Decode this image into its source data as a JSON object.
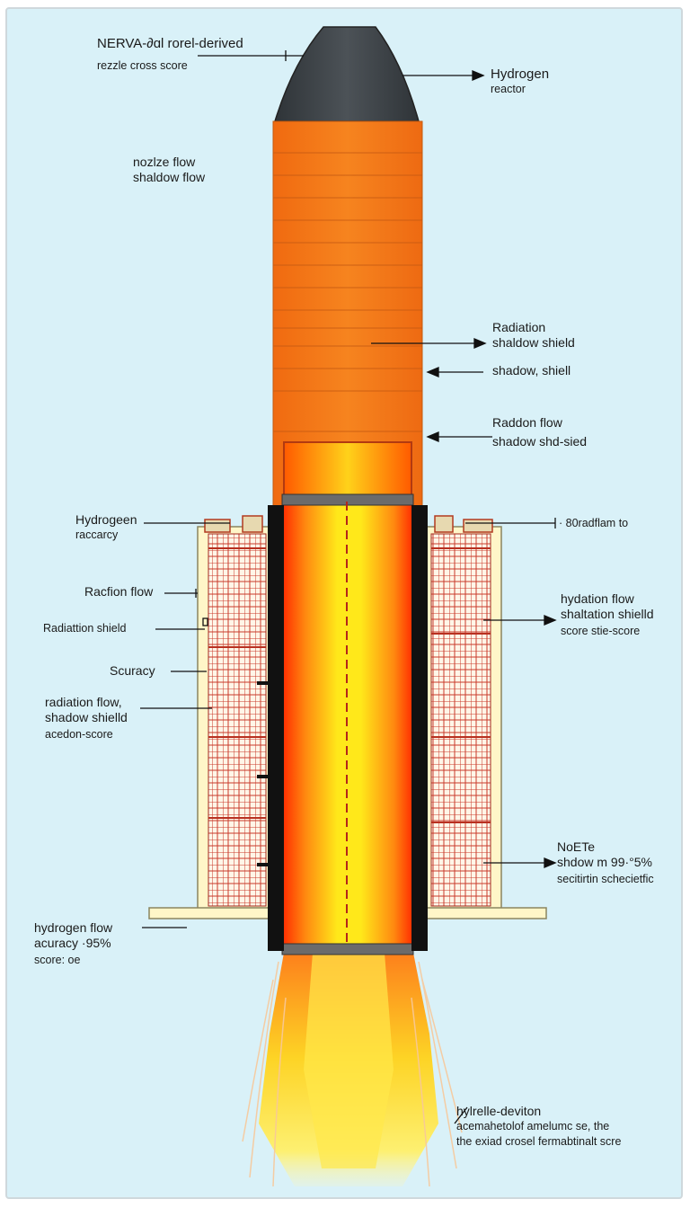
{
  "labels": {
    "title_line1": "NERVA-∂ɑl rorel-derived",
    "title_line2": "rezzle cross score",
    "hydrogen_reactor_1": "Hydrogen",
    "hydrogen_reactor_2": "reactor",
    "nozzle_flow_1": "nozlze flow",
    "nozzle_flow_2": "shaldow flow",
    "radiation_shield_1": "Radiation",
    "radiation_shield_2": "shaldow shield",
    "shadow_shield": "shadow, shiell",
    "radon_flow_1": "Raddon flow",
    "radon_flow_2": "shadow shd-sied",
    "hydrogen_accuracy_1": "Hydrogeen",
    "hydrogen_accuracy_2": "raccarcy",
    "right_upper_label": "· 80radflam to",
    "racfion_flow": "Racfion flow",
    "radiattion_shield": "Radiattion shield",
    "hydation_1": "hydation flow",
    "hydation_2": "shaltation shielld",
    "hydation_3": "score stie-score",
    "scuracy": "Scuracy",
    "rad_flow_1": "radiation flow,",
    "rad_flow_2": "shadow shielld",
    "rad_flow_3": "acedon-score",
    "note_1": "NoETe",
    "note_2": "shdow m 99·°5%",
    "note_3": "secitirtin schecietfic",
    "h_flow_1": "hydrogen flow",
    "h_flow_2": "acuracy ·95%",
    "h_flow_3": "score: oe",
    "bottom_1": "hylrelle-deviton",
    "bottom_2": "acemahetolof amelumc se, the",
    "bottom_3": "the exiad crosel fermabtinalt scre"
  },
  "colors": {
    "background": "#d9f1f8",
    "nose_cone": "#3f4448",
    "body_orange": "#f47a1a",
    "core_yellow": "#ffe21a",
    "core_red": "#ff3300",
    "grid_red": "#c83a2a",
    "housing_cream": "#fff6c8",
    "side_black": "#111111"
  }
}
